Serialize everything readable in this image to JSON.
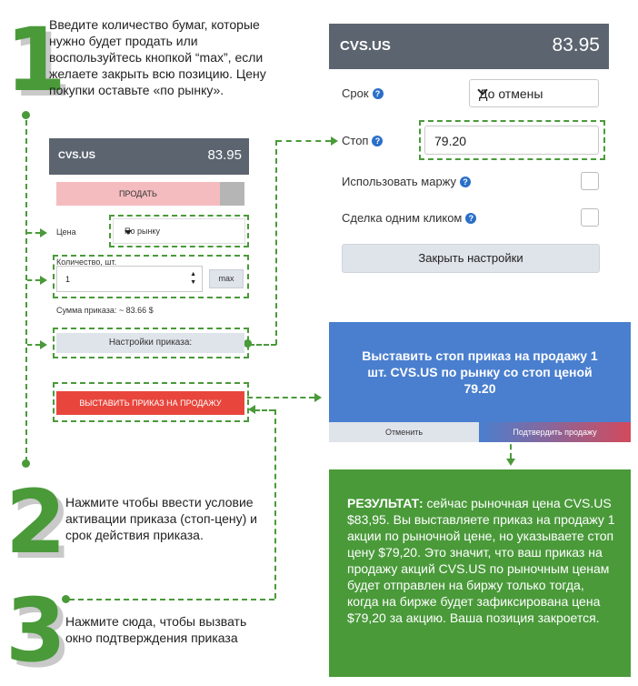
{
  "steps": [
    {
      "number": "1",
      "text": "Введите количество бумаг, которые нужно будет продать или воспользуйтесь кнопкой “max”, если желаете закрыть всю позицию. Цену покупки оставьте «по рынку»."
    },
    {
      "number": "2",
      "text": "Нажмите чтобы ввести условие активации приказа (стоп-цену) и срок действия приказа."
    },
    {
      "number": "3",
      "text": "Нажмите сюда, чтобы вызвать окно подтверждения приказа"
    }
  ],
  "small_ticket": {
    "symbol": "CVS.US",
    "price": "83.95",
    "sell_button": "ПРОДАТЬ",
    "price_label": "Цена",
    "price_select": "По рынку",
    "quantity_label": "Количество, шт.",
    "quantity_value": "1",
    "max_button": "max",
    "order_sum": "Сумма приказа:  ~ 83.66 $",
    "settings_button": "Настройки приказа:",
    "submit_button": "ВЫСТАВИТЬ ПРИКАЗ НА ПРОДАЖУ"
  },
  "settings_panel": {
    "symbol": "CVS.US",
    "price": "83.95",
    "term_label": "Срок",
    "term_value": "До отмены",
    "stop_label": "Стоп",
    "stop_value": "79.20",
    "margin_label": "Использовать маржу",
    "one_click_label": "Сделка одним кликом",
    "close_button": "Закрыть настройки",
    "help_icon_glyph": "?"
  },
  "confirm_dialog": {
    "message": "Выставить стоп приказ на продажу 1 шт. CVS.US по рынку со стоп ценой 79.20",
    "cancel_button": "Отменить",
    "confirm_button": "Подтвердить продажу"
  },
  "result": {
    "heading": "РЕЗУЛЬТАТ:",
    "text": " сейчас рыночная цена CVS.US $83,95. Вы выставляете приказ на продажу 1 акции по рыночной цене, но указываете стоп цену $79,20. Это значит, что ваш приказ на продажу акций CVS.US по рыночным ценам будет отправлен на биржу только тогда, когда на бирже будет зафиксирована цена $79,20 за акцию. Ваша позиция закроется."
  },
  "colors": {
    "accent_green": "#4a9a3a",
    "header_grey": "#5c6470",
    "sell_red": "#e8463d",
    "confirm_blue": "#4a7fcf"
  }
}
